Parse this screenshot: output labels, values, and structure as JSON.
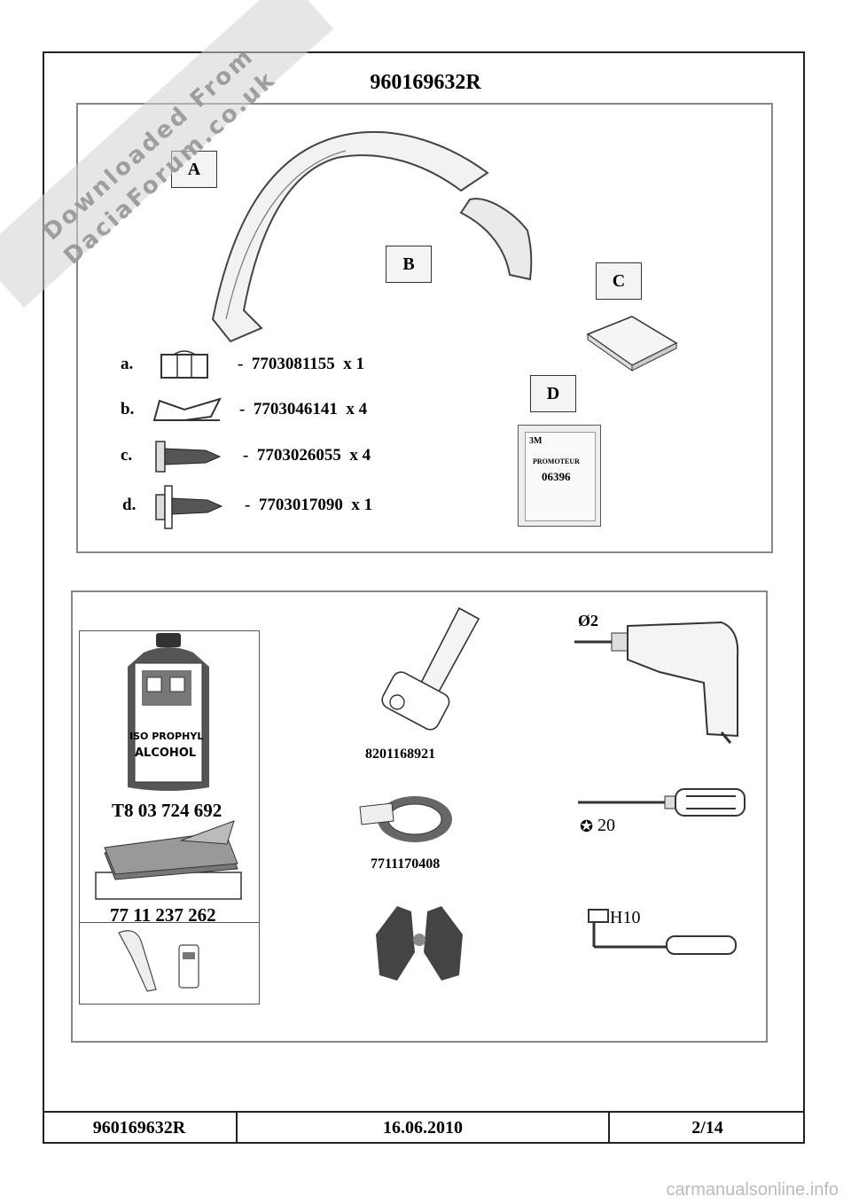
{
  "header": {
    "title": "960169632R"
  },
  "watermark": {
    "line1": "Downloaded From",
    "line2": "DaciaForum.co.uk"
  },
  "parts": {
    "labels": {
      "a": "A",
      "b": "B",
      "c": "C",
      "d": "D"
    },
    "rows": [
      {
        "letter": "a.",
        "text": "-  7703081155  x 1"
      },
      {
        "letter": "b.",
        "text": "-  7703046141  x 4"
      },
      {
        "letter": "c.",
        "text": "-  7703026055  x 4"
      },
      {
        "letter": "d.",
        "text": "-  7703017090  x 1"
      }
    ],
    "promoter": {
      "brand": "3M",
      "label": "PROMOTEUR",
      "code": "06396"
    }
  },
  "tools": {
    "bottle": {
      "line1": "ISO PROPHYL",
      "line2": "ALCOHOL",
      "part_number": "T8 03 724 692"
    },
    "cloths": {
      "part_number": "77 11 237 262"
    },
    "roller": {
      "part_number": "8201168921"
    },
    "tape": {
      "part_number": "7711170408"
    },
    "drill": {
      "bit": "Ø2"
    },
    "screwdriver": {
      "size": "20"
    },
    "hex_key": {
      "size": "H10"
    }
  },
  "footer": {
    "ref": "960169632R",
    "date": "16.06.2010",
    "page": "2/14"
  },
  "site_watermark": "carmanualsonline.info"
}
